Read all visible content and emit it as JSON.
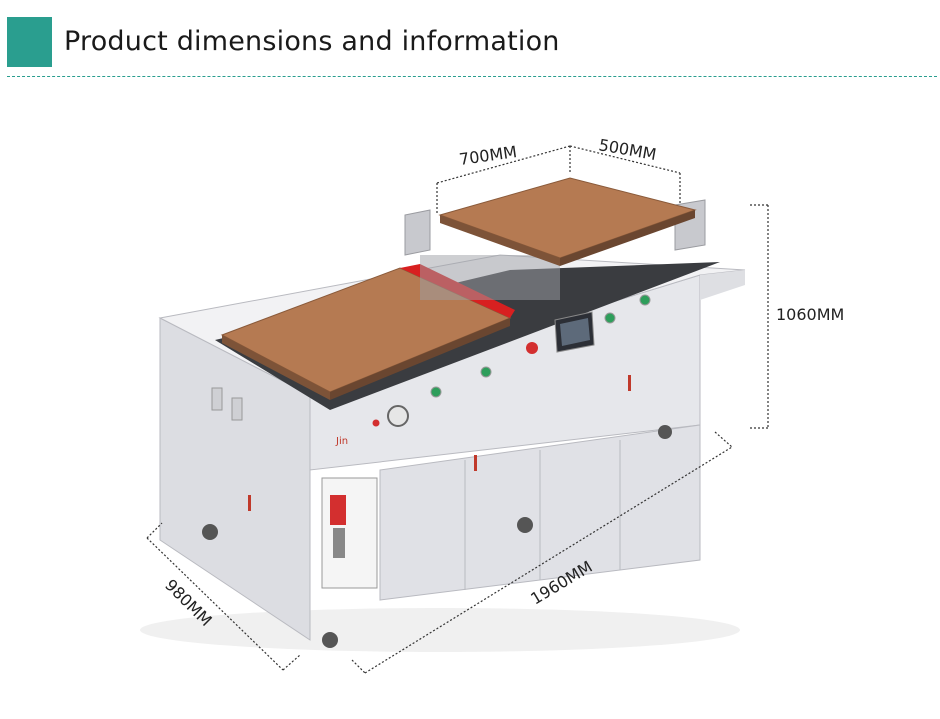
{
  "header": {
    "title": "Product dimensions and information"
  },
  "product_photo": {
    "brand_mark": "Jin"
  },
  "dimensions": {
    "top_width": "700MM",
    "top_depth": "500MM",
    "height": "1060MM",
    "length": "1960MM",
    "depth": "980MM"
  },
  "colors": {
    "accent": "#2a9e8f",
    "platen": "#b57a52",
    "body": "#e9e9ec",
    "dim_line": "#333333"
  }
}
